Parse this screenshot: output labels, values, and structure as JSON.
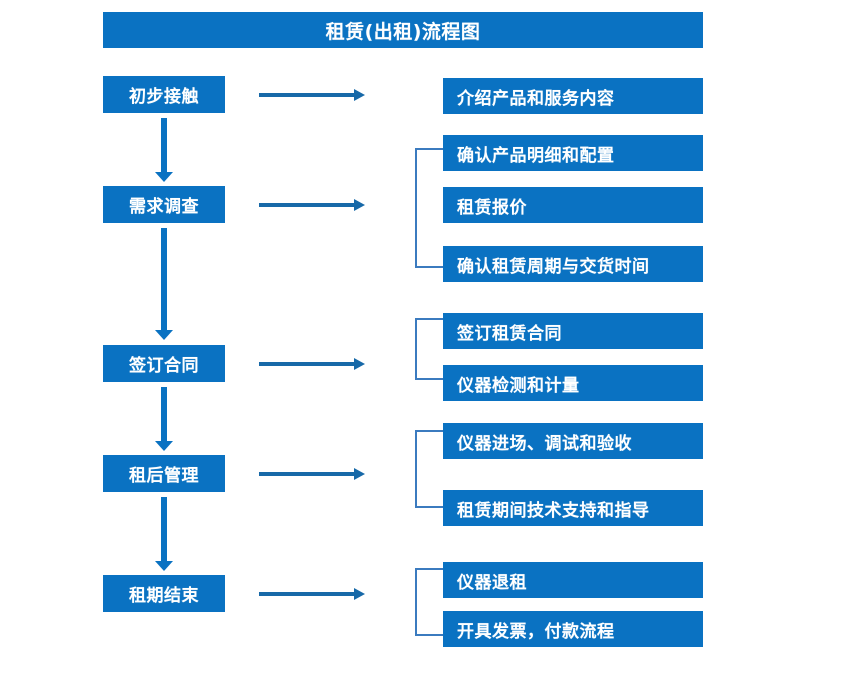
{
  "title": "租赁(出租)流程图",
  "colors": {
    "box_fill": "#0a72c2",
    "box_text": "#ffffff",
    "arrow": "#1769a8",
    "bracket": "#3b7bbf",
    "background": "#ffffff"
  },
  "stages": [
    {
      "label": "初步接触"
    },
    {
      "label": "需求调查"
    },
    {
      "label": "签订合同"
    },
    {
      "label": "租后管理"
    },
    {
      "label": "租期结束"
    }
  ],
  "details": [
    {
      "label": "介绍产品和服务内容"
    },
    {
      "label": "确认产品明细和配置"
    },
    {
      "label": "租赁报价"
    },
    {
      "label": "确认租赁周期与交货时间"
    },
    {
      "label": "签订租赁合同"
    },
    {
      "label": "仪器检测和计量"
    },
    {
      "label": "仪器进场、调试和验收"
    },
    {
      "label": "租赁期间技术支持和指导"
    },
    {
      "label": "仪器退租"
    },
    {
      "label": "开具发票，付款流程"
    }
  ],
  "groups": [
    {
      "stage": "初步接触",
      "items": [
        "介绍产品和服务内容"
      ],
      "bracketed": false
    },
    {
      "stage": "需求调查",
      "items": [
        "确认产品明细和配置",
        "租赁报价",
        "确认租赁周期与交货时间"
      ],
      "bracketed": true
    },
    {
      "stage": "签订合同",
      "items": [
        "签订租赁合同",
        "仪器检测和计量"
      ],
      "bracketed": true
    },
    {
      "stage": "租后管理",
      "items": [
        "仪器进场、调试和验收",
        "租赁期间技术支持和指导"
      ],
      "bracketed": true
    },
    {
      "stage": "租期结束",
      "items": [
        "仪器退租",
        "开具发票，付款流程"
      ],
      "bracketed": true
    }
  ]
}
